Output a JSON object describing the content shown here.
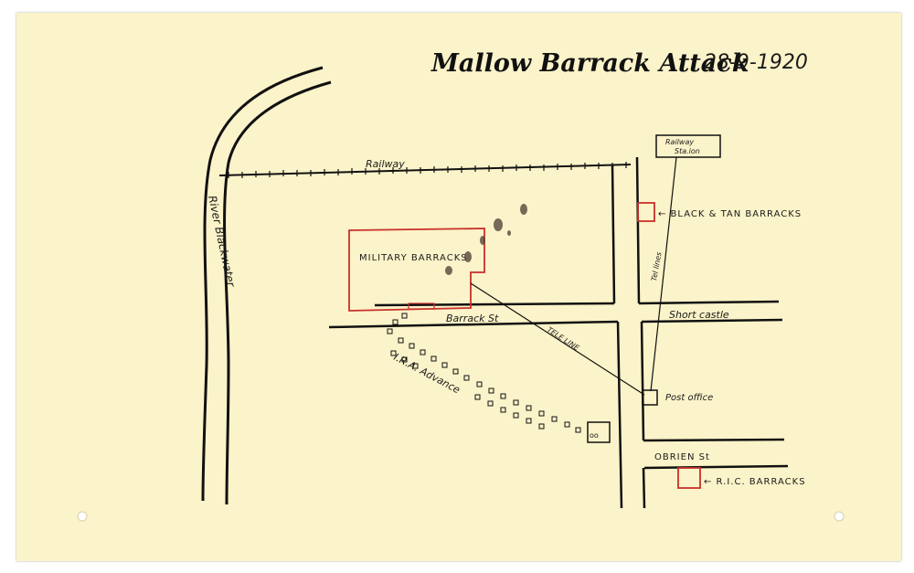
{
  "map": {
    "title": "Mallow Barrack Attack",
    "date": "28-9-1920",
    "colors": {
      "paper": "#fbf3c9",
      "ink": "#1b1b1b",
      "red": "#c8302a"
    },
    "labels": {
      "railway": "Railway",
      "railway_station_line1": "Railway",
      "railway_station_line2": "Sta.ion",
      "river": "River Blackwater",
      "black_tan_barracks": "← BLACK & TAN BARRACKS",
      "military_barracks": "MILITARY BARRACKS",
      "tel_lines": "Tel lines",
      "barrack_st": "Barrack St",
      "short_castle": "Short castle",
      "tele_line": "TELE LINE",
      "ira_advance": "I.R.A. Advance",
      "post_office": "Post office",
      "obrien_st": "OBRIEN St",
      "ric_barracks": "← R.I.C. BARRACKS"
    }
  }
}
